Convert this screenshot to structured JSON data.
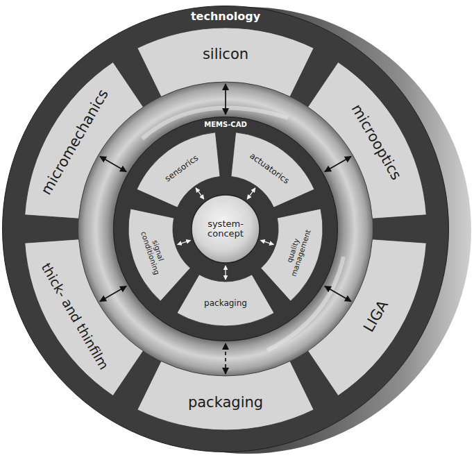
{
  "diagram": {
    "nodes": [
      {
        "text": [
          "technology"
        ]
      },
      {
        "text": [
          "silicon"
        ],
        "in": 0
      },
      {
        "text": [
          "microoptics"
        ],
        "in": 0
      },
      {
        "text": [
          "LIGA"
        ],
        "in": 0
      },
      {
        "text": [
          "packaging"
        ],
        "in": 0
      },
      {
        "text": [
          "thick- and thinfilm"
        ],
        "in": 0
      },
      {
        "text": [
          "micromechanics"
        ],
        "in": 0
      },
      {
        "text": [
          "MEMS-CAD"
        ],
        "in": 0
      },
      {
        "text": [
          "sensorics"
        ],
        "in": 7
      },
      {
        "text": [
          "actuatorics"
        ],
        "in": 7
      },
      {
        "text": [
          "quality management"
        ],
        "in": 7
      },
      {
        "text": [
          "packaging"
        ],
        "in": 7
      },
      {
        "text": [
          "signal conditioning"
        ],
        "in": 7
      },
      {
        "text": [
          "system-concept"
        ],
        "in": 7
      }
    ],
    "edges": [
      {
        "from": 1,
        "to": 7,
        "arrow": "both"
      },
      {
        "from": 2,
        "to": 7,
        "arrow": "both"
      },
      {
        "from": 3,
        "to": 7,
        "arrow": "both"
      },
      {
        "from": 4,
        "to": 7,
        "arrow": "both"
      },
      {
        "from": 5,
        "to": 7,
        "arrow": "both"
      },
      {
        "from": 6,
        "to": 7,
        "arrow": "both"
      },
      {
        "from": 13,
        "to": 8,
        "arrow": "both"
      },
      {
        "from": 13,
        "to": 9,
        "arrow": "both"
      },
      {
        "from": 13,
        "to": 10,
        "arrow": "both"
      },
      {
        "from": 13,
        "to": 11,
        "arrow": "both"
      },
      {
        "from": 13,
        "to": 12,
        "arrow": "both"
      }
    ]
  }
}
